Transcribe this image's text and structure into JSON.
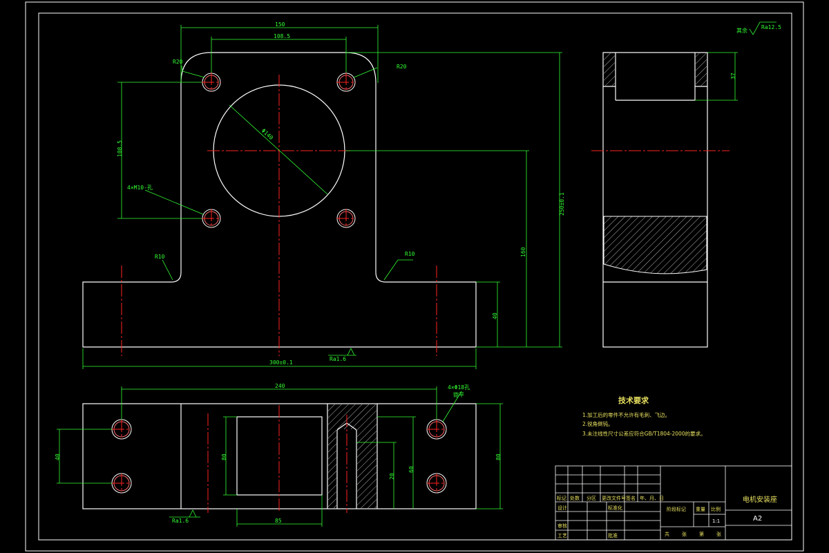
{
  "colors": {
    "background": "#000000",
    "outline": "#ffffff",
    "dimension": "#33ff33",
    "centerline": "#ff2222",
    "hatch": "#ffffff",
    "note_text": "#e8e060"
  },
  "drawing": {
    "roughness_default": "Ra12.5",
    "roughness_default_prefix": "其余",
    "front_view": {
      "dim_width_top": "150",
      "dim_hole_spacing_top": "108.5",
      "dim_radius_left": "R20",
      "dim_radius_right": "R20",
      "dim_circle_diameter": "Φ140",
      "dim_vertical_hole_spacing": "108.5",
      "dim_thread_holes": "4×M10-孔",
      "dim_fillet_left": "R10",
      "dim_fillet_right": "R10",
      "dim_total_height": "250±0.1",
      "dim_center_height": "160",
      "dim_base_height": "40",
      "dim_total_width": "300±0.1",
      "roughness_bottom": "Ra1.6"
    },
    "side_view": {
      "dim_top_depth": "37"
    },
    "top_view": {
      "dim_hole_spacing": "240",
      "dim_note_holes_line1": "4×Φ18孔",
      "dim_note_holes_line2": "锪平",
      "dim_left_spacing": "40",
      "dim_inner_left": "80",
      "dim_slot_width": "85",
      "dim_slot_height": "20",
      "dim_slot_depth": "60",
      "dim_right_width": "80",
      "roughness": "Ra1.6"
    }
  },
  "notes": {
    "title": "技术要求",
    "items": [
      "1.加工后的零件不允许有毛刺、飞边。",
      "2.锐角倒钝。",
      "3.未注线性尺寸公差应符合GB/T1804-2000的要求。"
    ]
  },
  "title_block": {
    "row_labels": [
      "标记",
      "处数",
      "分区",
      "更改文件号",
      "签名",
      "年、月、日"
    ],
    "design_label": "设计",
    "standard_label": "标准化",
    "review_label": "审核",
    "process_label": "工艺",
    "approve_label": "批准",
    "stage_label": "阶段标记",
    "weight_label": "重量",
    "scale_label": "比例",
    "scale_value": "1:1",
    "sheet_labels": [
      "共",
      "张",
      "第",
      "张"
    ],
    "drawing_name": "电机安装座",
    "drawing_code": "A2"
  }
}
